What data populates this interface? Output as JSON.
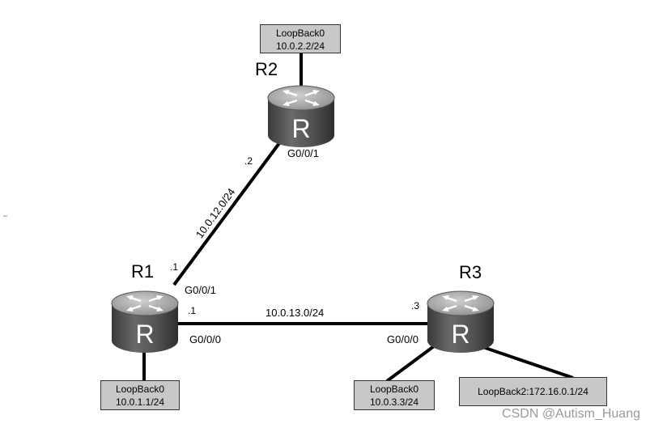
{
  "routers": {
    "r1": {
      "name": "R1",
      "glyph": "R"
    },
    "r2": {
      "name": "R2",
      "glyph": "R"
    },
    "r3": {
      "name": "R3",
      "glyph": "R"
    }
  },
  "interfaces": {
    "r2_g001": "G0/0/1",
    "r1_g001": "G0/0/1",
    "r1_g000": "G0/0/0",
    "r3_g000": "G0/0/0"
  },
  "host_ids": {
    "r2_link12": ".2",
    "r1_link12": ".1",
    "r1_link13": ".1",
    "r3_link13": ".3"
  },
  "subnets": {
    "link12": "10.0.12.0/24",
    "link13": "10.0.13.0/24"
  },
  "loopbacks": {
    "r2_lo0": {
      "name": "LoopBack0",
      "ip": "10.0.2.2/24"
    },
    "r1_lo0": {
      "name": "LoopBack0",
      "ip": "10.0.1.1/24"
    },
    "r3_lo0": {
      "name": "LoopBack0",
      "ip": "10.0.3.3/24"
    },
    "r3_lo2": {
      "label": "LoopBack2:172.16.0.1/24"
    }
  },
  "watermark": "CSDN @Autism_Huang",
  "colors": {
    "router_dark": "#4a4a4a",
    "router_light": "#a9a9a9",
    "loopback_fill": "#c8c8c8",
    "link": "#000000"
  }
}
